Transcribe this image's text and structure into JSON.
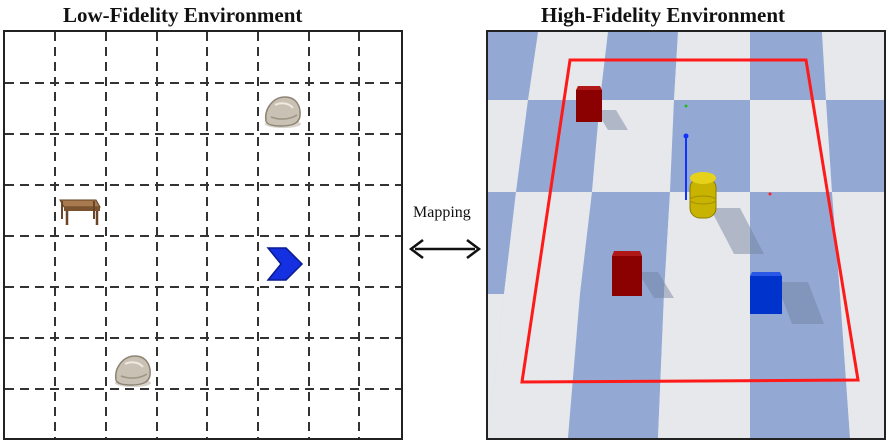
{
  "titles": {
    "low": "Low-Fidelity Environment",
    "high": "High-Fidelity Environment"
  },
  "mapping_label": "Mapping",
  "icons": {
    "rock": "rock-icon",
    "table": "table-icon",
    "agent": "agent-arrow-icon",
    "red_box": "red-box",
    "blue_box": "blue-box",
    "robot": "yellow-robot"
  },
  "colors": {
    "grid_line": "#333333",
    "checker_light": "#e6e8ec",
    "checker_blue": "#93a9d4",
    "boundary": "#ff1a1a",
    "red_box": "#8b0000",
    "blue_box": "#0033cc",
    "agent": "#1530e0",
    "robot": "#c8b400"
  }
}
